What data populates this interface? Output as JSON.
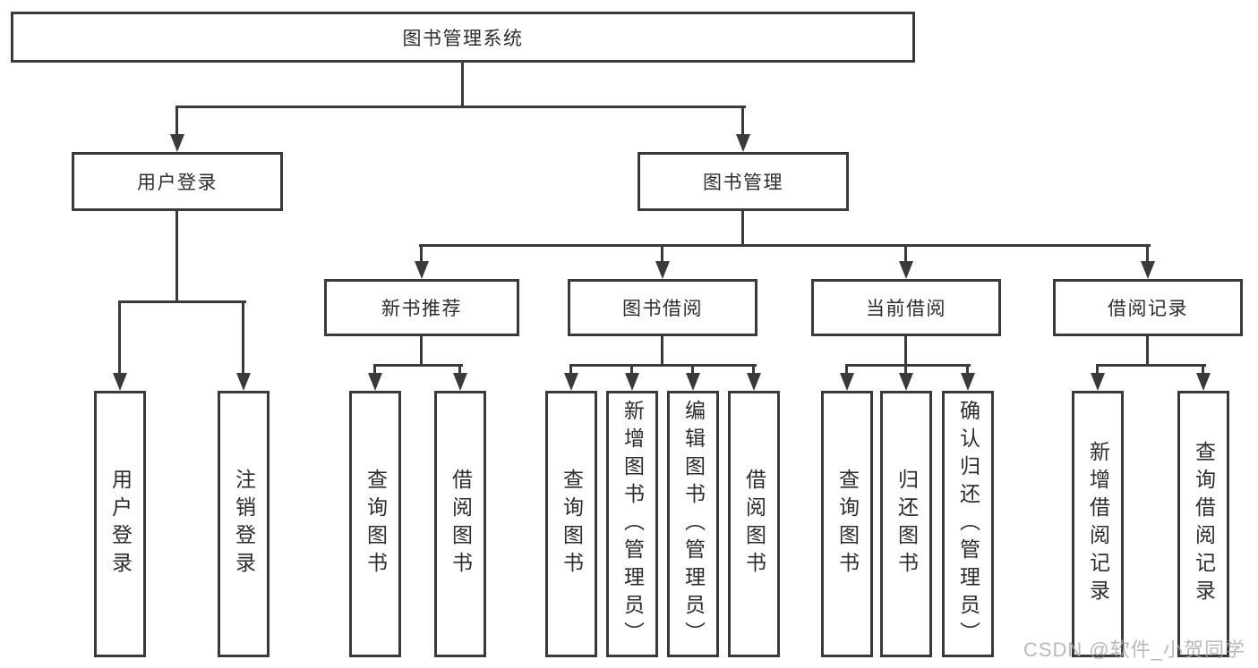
{
  "title": "图书管理系统",
  "colors": {
    "line": "#3a3a3a",
    "box_border": "#3a3a3a",
    "box_background": "#ffffff",
    "text": "#2d2d2d",
    "watermark": "#a8a8a8",
    "page_background": "#ffffff"
  },
  "nodes": {
    "root": {
      "label": "图书管理系统"
    },
    "user_login": {
      "label": "用户登录"
    },
    "book_management": {
      "label": "图书管理"
    },
    "new_book_recommendation": {
      "label": "新书推荐"
    },
    "book_borrowing": {
      "label": "图书借阅"
    },
    "current_borrowing": {
      "label": "当前借阅"
    },
    "borrowing_records": {
      "label": "借阅记录"
    }
  },
  "leaves": {
    "user_login": [
      "用户登录",
      "注销登录"
    ],
    "new_book_recommendation": [
      "查询图书",
      "借阅图书"
    ],
    "book_borrowing": [
      "查询图书",
      "新增图书（管理员）",
      "编辑图书（管理员）",
      "借阅图书"
    ],
    "current_borrowing": [
      "查询图书",
      "归还图书",
      "确认归还（管理员）"
    ],
    "borrowing_records": [
      "新增借阅记录",
      "查询借阅记录"
    ]
  },
  "watermark": {
    "text": "CSDN @软件_小贺同学"
  }
}
